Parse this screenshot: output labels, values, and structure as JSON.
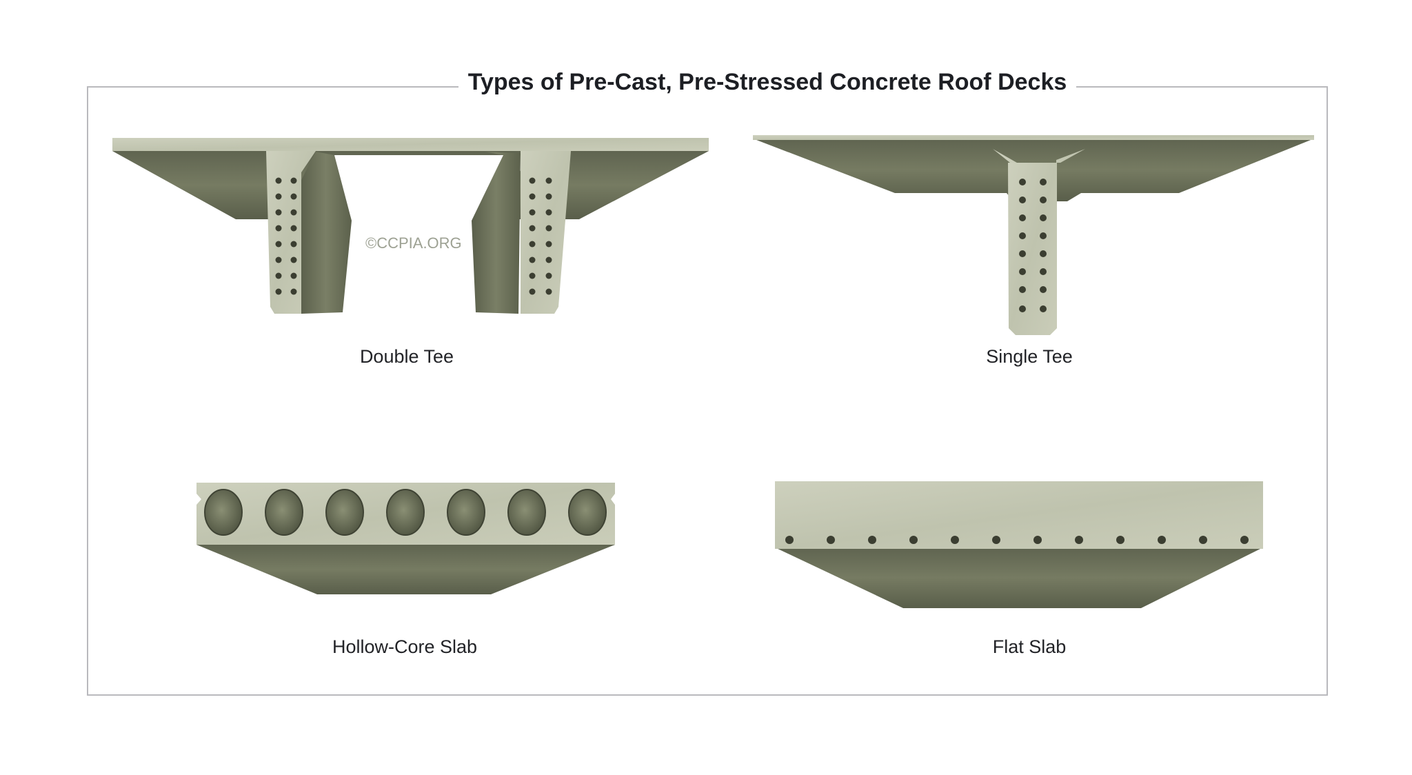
{
  "diagram": {
    "title": "Types of Pre-Cast, Pre-Stressed Concrete Roof Decks",
    "watermark": "©CCPIA.ORG",
    "panels": [
      {
        "id": "double-tee",
        "label": "Double Tee"
      },
      {
        "id": "single-tee",
        "label": "Single Tee"
      },
      {
        "id": "hollow-core-slab",
        "label": "Hollow-Core Slab"
      },
      {
        "id": "flat-slab",
        "label": "Flat Slab"
      }
    ],
    "colors": {
      "concrete_face": "#c5c8b5",
      "concrete_underside": "#6d7259",
      "frame_border": "#b9b9bd",
      "text": "#222327"
    }
  }
}
